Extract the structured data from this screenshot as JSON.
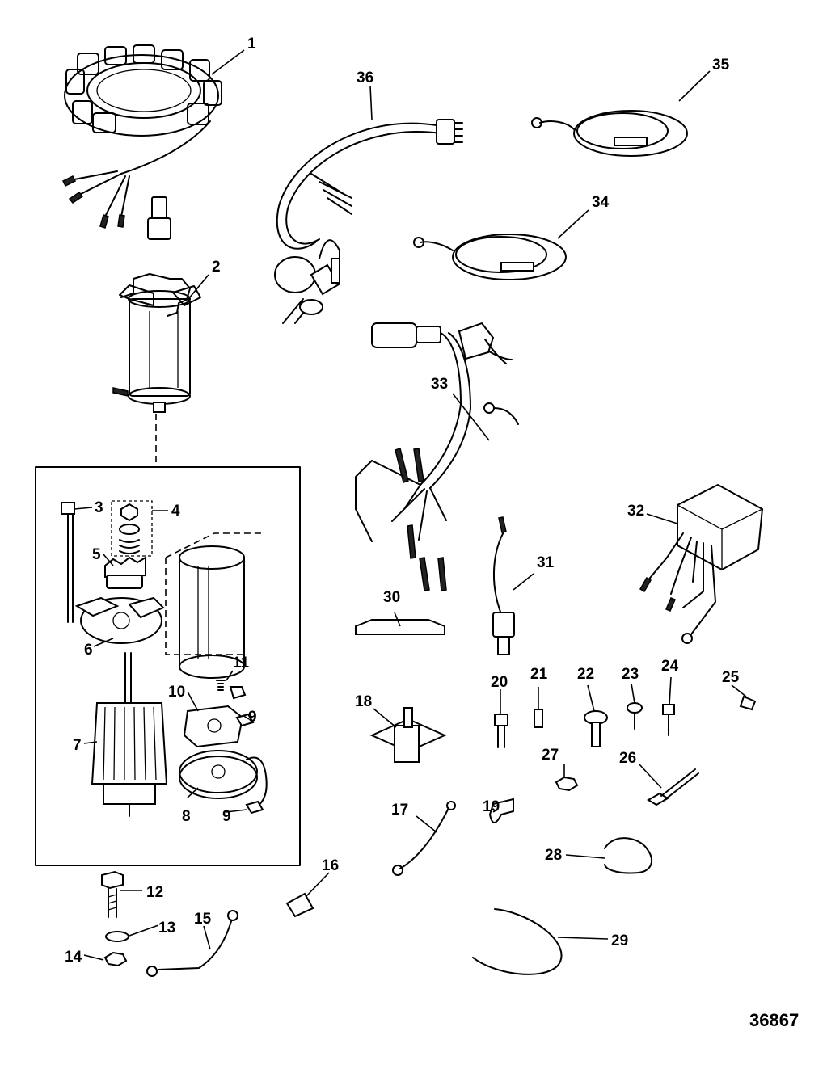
{
  "diagram": {
    "figure_number": "36867",
    "callouts": [
      "1",
      "2",
      "3",
      "4",
      "5",
      "6",
      "7",
      "8",
      "9",
      "9",
      "10",
      "11",
      "12",
      "13",
      "14",
      "15",
      "16",
      "17",
      "18",
      "19",
      "20",
      "21",
      "22",
      "23",
      "24",
      "25",
      "26",
      "27",
      "28",
      "29",
      "30",
      "31",
      "32",
      "33",
      "34",
      "35",
      "36"
    ]
  }
}
